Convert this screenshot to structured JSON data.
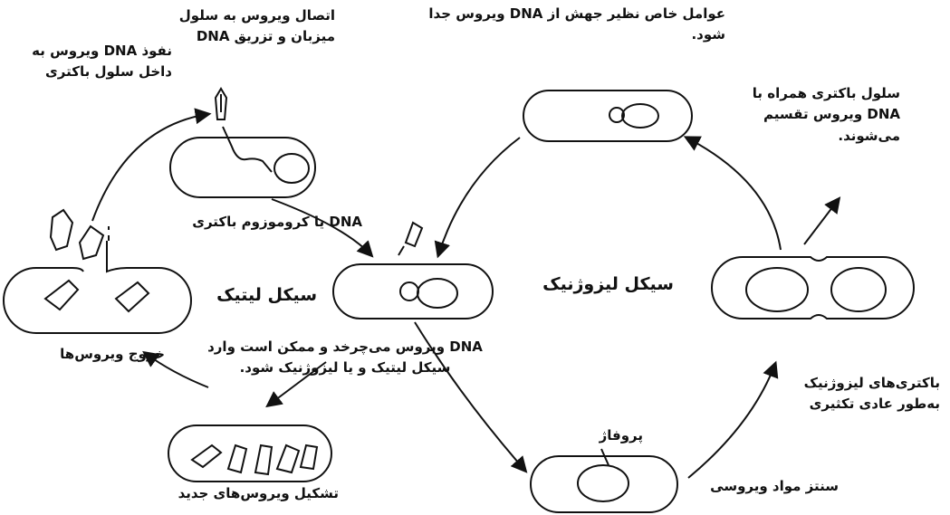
{
  "labels": {
    "attach_line1": "اتصال ویروس به سلول",
    "attach_line2": "میزبان و تزریق DNA",
    "inject_line1": "نفوذ DNA ویروس به",
    "inject_line2": "داخل سلول باکتری",
    "factors_line1": "عوامل خاص نظیر جهش از DNA ویروس جدا",
    "factors_line2": "شود.",
    "divide_line1": "سلول باکتری همراه با",
    "divide_line2": "DNA ویروس تقسیم",
    "divide_line3": "می‌شوند.",
    "chromosome": "DNA یا کروموزوم باکتری",
    "lytic_cycle": "سیکل لیتیک",
    "lysogenic_cycle": "سیکل لیزوژنیک",
    "release": "خروج ویروس‌ها",
    "circularize_line1": "DNA ویروس می‌چرخد و ممکن است وارد",
    "circularize_line2": "سیکل لیتیک و یا لیزوژنیک شود.",
    "lysogenic_bacteria_line1": "باکتری‌های لیزوژنیک",
    "lysogenic_bacteria_line2": "به‌طور عادی تکثیری",
    "prophage": "پروفاژ",
    "synthesis": "سنتز مواد ویروسی",
    "assembly": "تشکیل ویروس‌های جدید"
  }
}
